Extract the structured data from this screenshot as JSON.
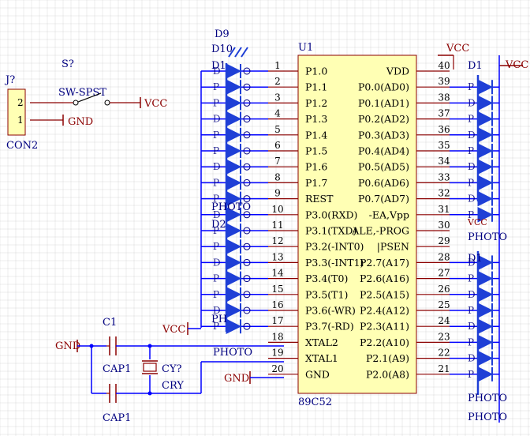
{
  "colors": {
    "grid": "#d9d9d9",
    "wire": "#0000ff",
    "comp": "#8b0000",
    "text": "#000080",
    "chip_fill": "#ffffb4",
    "diode_fill": "#1f3fd6",
    "pin_text": "#000000"
  },
  "mcu": {
    "ref": "U1",
    "part": "89C52",
    "left_pins": [
      {
        "num": "1",
        "label": "P1.0"
      },
      {
        "num": "2",
        "label": "P1.1"
      },
      {
        "num": "3",
        "label": "P1.2"
      },
      {
        "num": "4",
        "label": "P1.3"
      },
      {
        "num": "5",
        "label": "P1.4"
      },
      {
        "num": "6",
        "label": "P1.5"
      },
      {
        "num": "7",
        "label": "P1.6"
      },
      {
        "num": "8",
        "label": "P1.7"
      },
      {
        "num": "9",
        "label": "REST"
      },
      {
        "num": "10",
        "label": "P3.0(RXD)"
      },
      {
        "num": "11",
        "label": "P3.1(TXD)"
      },
      {
        "num": "12",
        "label": "P3.2(-INT0)"
      },
      {
        "num": "13",
        "label": "P3.3(-INT1)"
      },
      {
        "num": "14",
        "label": "P3.4(T0)"
      },
      {
        "num": "15",
        "label": "P3.5(T1)"
      },
      {
        "num": "16",
        "label": "P3.6(-WR)"
      },
      {
        "num": "17",
        "label": "P3.7(-RD)"
      },
      {
        "num": "18",
        "label": "XTAL2"
      },
      {
        "num": "19",
        "label": "XTAL1"
      },
      {
        "num": "20",
        "label": "GND"
      }
    ],
    "right_pins": [
      {
        "num": "40",
        "label": "VDD"
      },
      {
        "num": "39",
        "label": "P0.0(AD0)"
      },
      {
        "num": "38",
        "label": "P0.1(AD1)"
      },
      {
        "num": "37",
        "label": "P0.2(AD2)"
      },
      {
        "num": "36",
        "label": "P0.3(AD3)"
      },
      {
        "num": "35",
        "label": "P0.4(AD4)"
      },
      {
        "num": "34",
        "label": "P0.5(AD5)"
      },
      {
        "num": "33",
        "label": "P0.6(AD6)"
      },
      {
        "num": "32",
        "label": "P0.7(AD7)"
      },
      {
        "num": "31",
        "label": "-EA,Vpp"
      },
      {
        "num": "30",
        "label": "ALE,-PROG"
      },
      {
        "num": "29",
        "label": "|PSEN"
      },
      {
        "num": "28",
        "label": "P2.7(A17)"
      },
      {
        "num": "27",
        "label": "P2.6(A16)"
      },
      {
        "num": "26",
        "label": "P2.5(A15)"
      },
      {
        "num": "25",
        "label": "P2.4(A12)"
      },
      {
        "num": "24",
        "label": "P2.3(A11)"
      },
      {
        "num": "23",
        "label": "P2.2(A10)"
      },
      {
        "num": "22",
        "label": "P2.1(A9)"
      },
      {
        "num": "21",
        "label": "P2.0(A8)"
      }
    ]
  },
  "labels": {
    "vcc": "VCC",
    "gnd": "GND",
    "photo": "PHOTO",
    "d9": "D9",
    "d10": "D10",
    "d1": "D1",
    "d2": "D2",
    "ph": "PH",
    "p": "P",
    "d": "D",
    "d1x": "D1"
  },
  "connector": {
    "ref": "J?",
    "part": "CON2",
    "pin_top": "2",
    "pin_bottom": "1"
  },
  "switch": {
    "ref": "S?",
    "part": "SW-SPST"
  },
  "caps": [
    {
      "ref": "C1",
      "part": "CAP1"
    },
    {
      "part": "CAP1"
    }
  ],
  "crystal": {
    "ref": "CY?",
    "part": "CRY"
  }
}
